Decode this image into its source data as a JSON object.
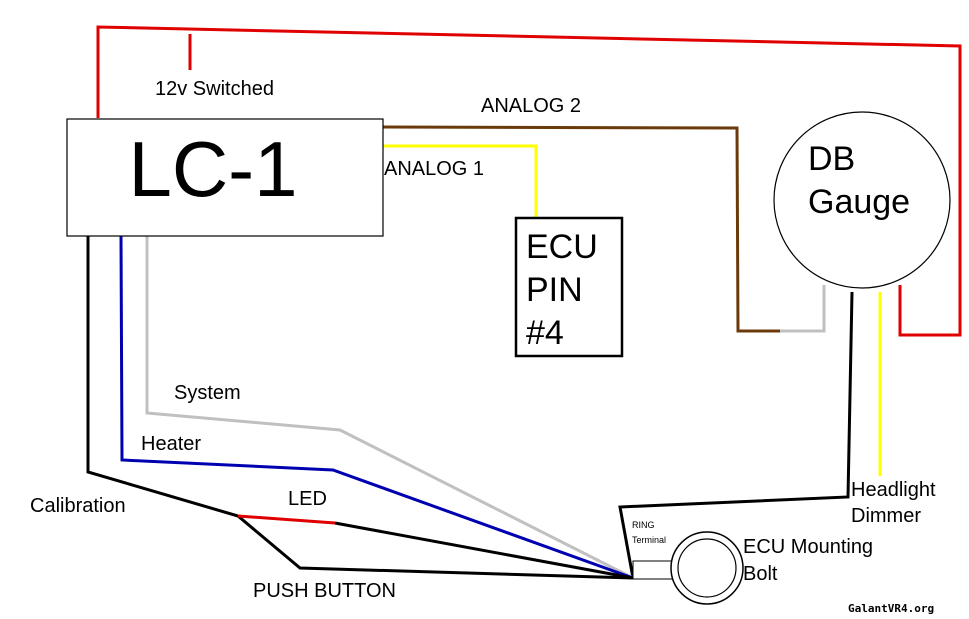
{
  "labels": {
    "twelve_v": "12v Switched",
    "analog2": "ANALOG 2",
    "analog1": "ANALOG 1",
    "system": "System",
    "heater": "Heater",
    "calibration": "Calibration",
    "led": "LED",
    "push_button": "PUSH BUTTON",
    "headlight": "Headlight",
    "dimmer": "Dimmer",
    "ecu_mounting": "ECU Mounting",
    "bolt": "Bolt",
    "ring": "RING",
    "terminal": "Terminal"
  },
  "lc1": {
    "title": "LC-1"
  },
  "gauge": {
    "line1": "DB",
    "line2": "Gauge"
  },
  "ecu_pin": {
    "line1": "ECU",
    "line2": "PIN",
    "line3": "#4"
  },
  "watermark": "GalantVR4.org",
  "colors": {
    "red": "#e00000",
    "brown": "#6b3a0a",
    "yellow": "#ffff00",
    "gray": "#c0c0c0",
    "blue": "#0000b0",
    "black": "#000000"
  }
}
